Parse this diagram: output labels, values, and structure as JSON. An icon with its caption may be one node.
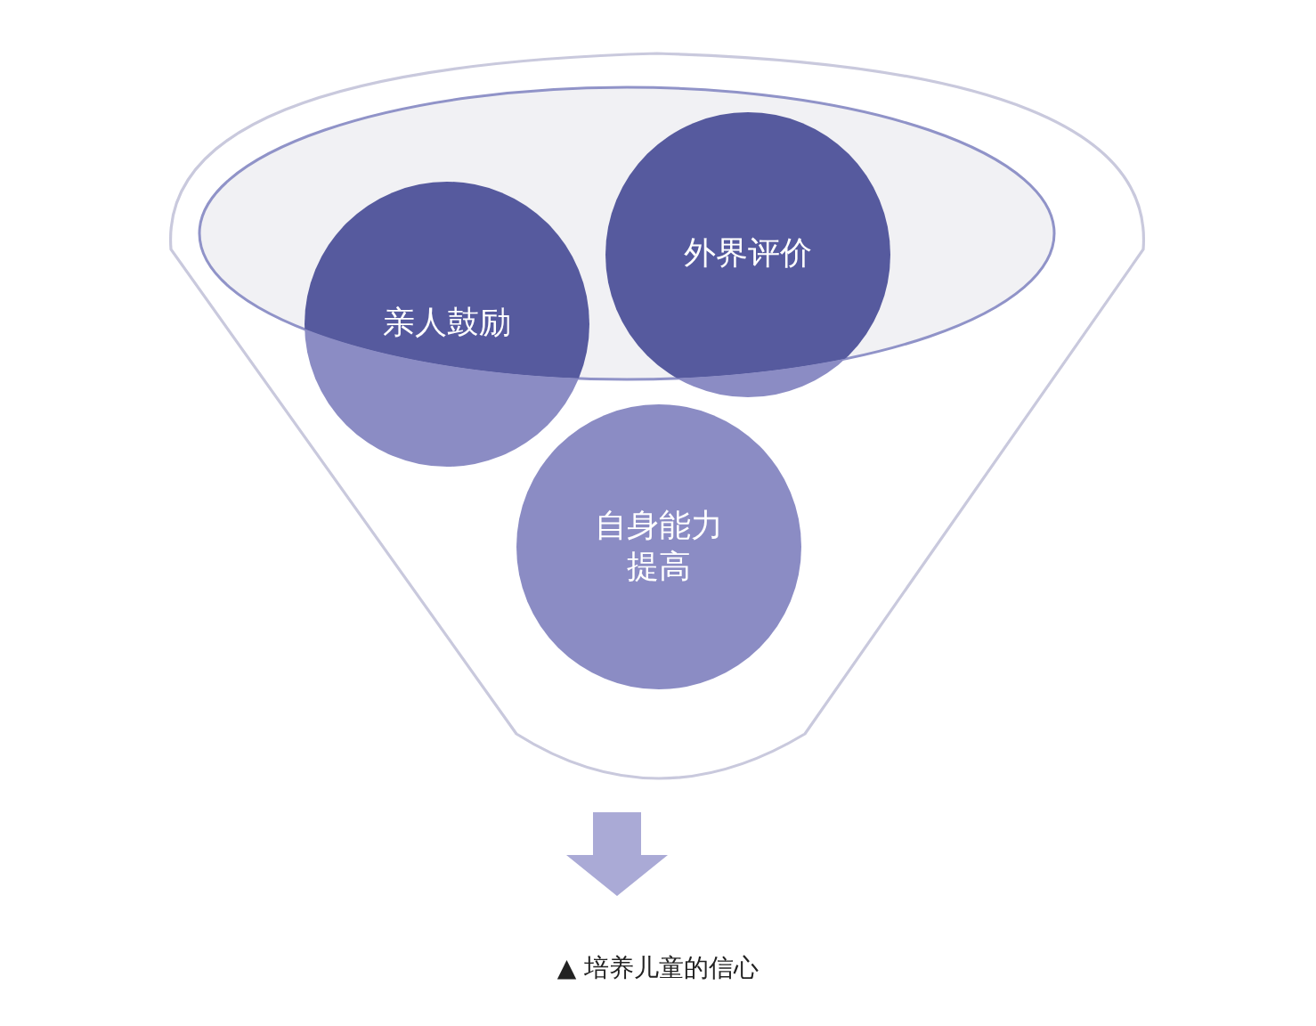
{
  "diagram": {
    "caption": "▲ 培养儿童的信心",
    "nodes": [
      {
        "text": [
          "亲人鼓励"
        ]
      },
      {
        "text": [
          "外界评价"
        ]
      },
      {
        "text": [
          "自身能力提高"
        ]
      }
    ]
  }
}
